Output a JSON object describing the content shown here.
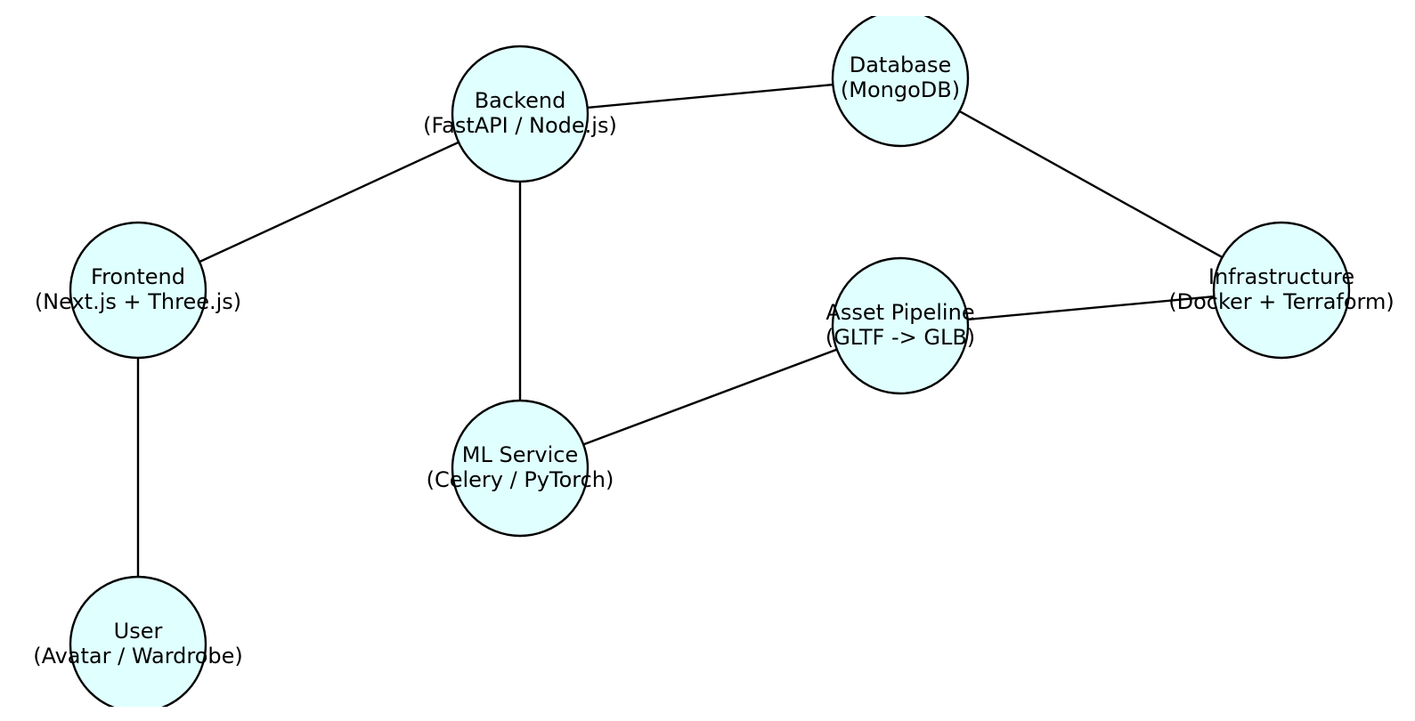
{
  "diagram": {
    "node_fill": "#e0ffff",
    "node_stroke": "#000000",
    "edge_color": "#000000",
    "nodes": [
      {
        "id": "backend",
        "line1": "Backend",
        "line2": "(FastAPI / Node.js)"
      },
      {
        "id": "database",
        "line1": "Database",
        "line2": "(MongoDB)"
      },
      {
        "id": "frontend",
        "line1": "Frontend",
        "line2": "(Next.js + Three.js)"
      },
      {
        "id": "asset-pipeline",
        "line1": "Asset Pipeline",
        "line2": "(GLTF -> GLB)"
      },
      {
        "id": "infrastructure",
        "line1": "Infrastructure",
        "line2": "(Docker + Terraform)"
      },
      {
        "id": "ml-service",
        "line1": "ML Service",
        "line2": "(Celery / PyTorch)"
      },
      {
        "id": "user",
        "line1": "User",
        "line2": "(Avatar / Wardrobe)"
      }
    ],
    "edges": [
      {
        "from": "backend",
        "to": "database"
      },
      {
        "from": "backend",
        "to": "frontend"
      },
      {
        "from": "backend",
        "to": "ml-service"
      },
      {
        "from": "database",
        "to": "infrastructure"
      },
      {
        "from": "frontend",
        "to": "user"
      },
      {
        "from": "asset-pipeline",
        "to": "infrastructure"
      },
      {
        "from": "asset-pipeline",
        "to": "ml-service"
      }
    ]
  }
}
